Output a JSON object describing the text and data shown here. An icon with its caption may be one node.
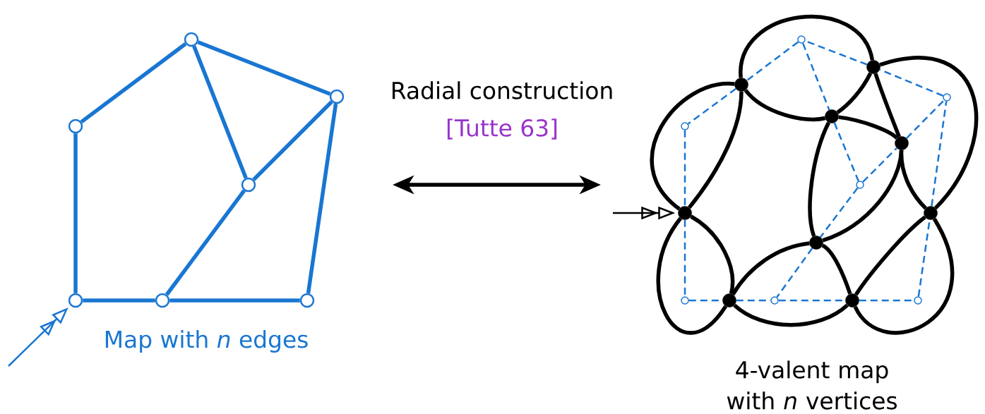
{
  "diagram": {
    "nodes": [
      {
        "text": [],
        "shape": "circle"
      },
      {
        "text": [],
        "shape": "circle"
      },
      {
        "text": [],
        "shape": "circle"
      },
      {
        "text": [],
        "shape": "circle"
      },
      {
        "text": [],
        "shape": "circle"
      },
      {
        "text": [],
        "shape": "circle"
      },
      {
        "text": [],
        "shape": "circle"
      },
      {
        "text": [],
        "shape": "circle"
      },
      {
        "text": [],
        "shape": "circle"
      },
      {
        "text": [],
        "shape": "circle"
      },
      {
        "text": [],
        "shape": "circle"
      },
      {
        "text": [],
        "shape": "circle"
      },
      {
        "text": [],
        "shape": "circle"
      },
      {
        "text": [],
        "shape": "circle"
      },
      {
        "text": [],
        "shape": "circle"
      },
      {
        "text": [],
        "shape": "circle"
      },
      {
        "text": [],
        "shape": "circle"
      },
      {
        "text": [],
        "shape": "circle"
      },
      {
        "text": [],
        "shape": "circle"
      },
      {
        "text": [],
        "shape": "circle"
      },
      {
        "text": [],
        "shape": "circle"
      },
      {
        "text": [],
        "shape": "circle"
      },
      {
        "text": [],
        "shape": "circle"
      }
    ],
    "edges": [
      {
        "from": 4,
        "to": 5,
        "arrow": "none",
        "color": "#1976d2"
      },
      {
        "from": 5,
        "to": 6,
        "arrow": "none",
        "color": "#1976d2"
      },
      {
        "from": 6,
        "to": 1,
        "arrow": "none",
        "color": "#1976d2"
      },
      {
        "from": 1,
        "to": 0,
        "arrow": "none",
        "color": "#1976d2"
      },
      {
        "from": 0,
        "to": 2,
        "arrow": "none",
        "color": "#1976d2"
      },
      {
        "from": 2,
        "to": 4,
        "arrow": "none",
        "color": "#1976d2"
      },
      {
        "from": 0,
        "to": 3,
        "arrow": "none",
        "color": "#1976d2"
      },
      {
        "from": 3,
        "to": 1,
        "arrow": "none",
        "color": "#1976d2"
      },
      {
        "from": 3,
        "to": 5,
        "arrow": "none",
        "color": "#1976d2"
      },
      {
        "from": 20,
        "to": 14,
        "arrow": "none",
        "style": "dashed",
        "color": "#1976d2"
      },
      {
        "from": 14,
        "to": 21,
        "arrow": "none",
        "style": "dashed",
        "color": "#1976d2"
      },
      {
        "from": 21,
        "to": 15,
        "arrow": "none",
        "style": "dashed",
        "color": "#1976d2"
      },
      {
        "from": 15,
        "to": 22,
        "arrow": "none",
        "style": "dashed",
        "color": "#1976d2"
      },
      {
        "from": 22,
        "to": 12,
        "arrow": "none",
        "style": "dashed",
        "color": "#1976d2"
      },
      {
        "from": 12,
        "to": 17,
        "arrow": "none",
        "style": "dashed",
        "color": "#1976d2"
      },
      {
        "from": 17,
        "to": 7,
        "arrow": "none",
        "style": "dashed",
        "color": "#1976d2"
      },
      {
        "from": 7,
        "to": 16,
        "arrow": "none",
        "style": "dashed",
        "color": "#1976d2"
      },
      {
        "from": 16,
        "to": 8,
        "arrow": "none",
        "style": "dashed",
        "color": "#1976d2"
      },
      {
        "from": 8,
        "to": 18,
        "arrow": "none",
        "style": "dashed",
        "color": "#1976d2"
      },
      {
        "from": 18,
        "to": 11,
        "arrow": "none",
        "style": "dashed",
        "color": "#1976d2"
      },
      {
        "from": 11,
        "to": 20,
        "arrow": "none",
        "style": "dashed",
        "color": "#1976d2"
      },
      {
        "from": 16,
        "to": 9,
        "arrow": "none",
        "style": "dashed",
        "color": "#1976d2"
      },
      {
        "from": 9,
        "to": 19,
        "arrow": "none",
        "style": "dashed",
        "color": "#1976d2"
      },
      {
        "from": 19,
        "to": 10,
        "arrow": "none",
        "style": "dashed",
        "color": "#1976d2"
      },
      {
        "from": 10,
        "to": 17,
        "arrow": "none",
        "style": "dashed",
        "color": "#1976d2"
      },
      {
        "from": 19,
        "to": 13,
        "arrow": "none",
        "style": "dashed",
        "color": "#1976d2"
      },
      {
        "from": 13,
        "to": 21,
        "arrow": "none",
        "style": "dashed",
        "color": "#1976d2"
      },
      {
        "from": 8,
        "to": 7,
        "arrow": "none",
        "color": "#000000"
      },
      {
        "from": 8,
        "to": 11,
        "arrow": "none",
        "color": "#000000"
      },
      {
        "from": 11,
        "to": 14,
        "arrow": "none",
        "color": "#000000"
      },
      {
        "from": 14,
        "to": 15,
        "arrow": "none",
        "color": "#000000"
      },
      {
        "from": 15,
        "to": 12,
        "arrow": "none",
        "color": "#000000"
      },
      {
        "from": 12,
        "to": 7,
        "arrow": "none",
        "color": "#000000"
      },
      {
        "from": 11,
        "to": 8,
        "arrow": "none",
        "color": "#000000"
      },
      {
        "from": 8,
        "to": 9,
        "arrow": "none",
        "color": "#000000"
      },
      {
        "from": 9,
        "to": 13,
        "arrow": "none",
        "color": "#000000"
      },
      {
        "from": 13,
        "to": 14,
        "arrow": "none",
        "color": "#000000"
      },
      {
        "from": 14,
        "to": 11,
        "arrow": "none",
        "color": "#000000"
      },
      {
        "from": 7,
        "to": 9,
        "arrow": "none",
        "color": "#000000"
      },
      {
        "from": 9,
        "to": 10,
        "arrow": "none",
        "color": "#000000"
      },
      {
        "from": 10,
        "to": 7,
        "arrow": "none",
        "color": "#000000"
      },
      {
        "from": 10,
        "to": 12,
        "arrow": "none",
        "color": "#000000"
      },
      {
        "from": 12,
        "to": 15,
        "arrow": "none",
        "color": "#000000"
      },
      {
        "from": 15,
        "to": 13,
        "arrow": "none",
        "color": "#000000"
      },
      {
        "from": 13,
        "to": 10,
        "arrow": "none",
        "color": "#000000"
      },
      {
        "from": null,
        "to": 4,
        "arrow": "to",
        "color": "#1976d2"
      },
      {
        "from": null,
        "to": 11,
        "arrow": "to",
        "color": "#000000"
      }
    ],
    "labels": [
      "Radial construction",
      "[Tutte 63]",
      "Map with *n* edges",
      "4-valent map with *n* vertices"
    ]
  }
}
